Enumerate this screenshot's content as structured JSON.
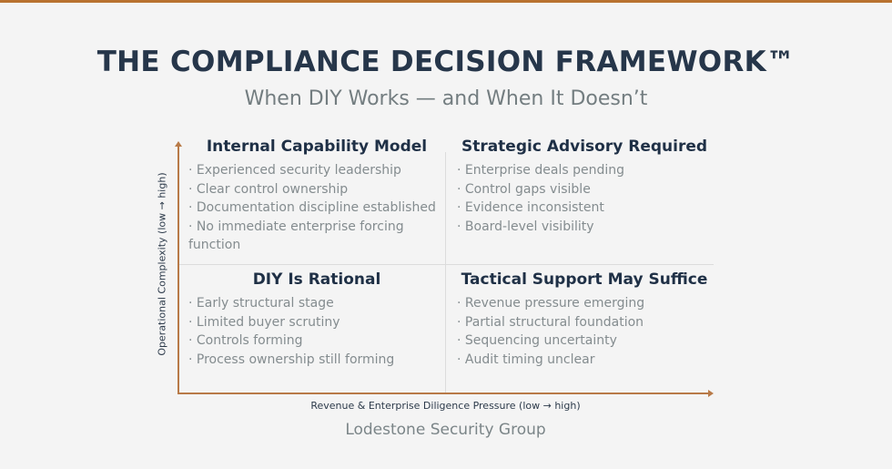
{
  "header": {
    "title": "THE COMPLIANCE DECISION FRAMEWORK™",
    "subtitle": "When DIY Works — and When It Doesn’t"
  },
  "axes": {
    "y_label": "Operational Complexity (low → high)",
    "x_label": "Revenue & Enterprise Diligence Pressure (low → high)"
  },
  "quadrants": {
    "top_left": {
      "title": "Internal Capability Model",
      "items": [
        "· Experienced security leadership",
        "· Clear control ownership",
        "· Documentation discipline established",
        "· No immediate enterprise forcing",
        "function"
      ]
    },
    "top_right": {
      "title": "Strategic Advisory Required",
      "items": [
        "· Enterprise deals pending",
        "· Control gaps visible",
        "· Evidence inconsistent",
        "· Board-level visibility"
      ]
    },
    "bottom_left": {
      "title": "DIY Is Rational",
      "items": [
        "· Early structural stage",
        "· Limited buyer scrutiny",
        "· Controls forming",
        "· Process ownership still forming"
      ]
    },
    "bottom_right": {
      "title": "Tactical Support May Suffice",
      "items": [
        "· Revenue pressure emerging",
        "· Partial structural foundation",
        "· Sequencing uncertainty",
        "· Audit timing unclear"
      ]
    }
  },
  "footer": {
    "brand": "Lodestone Security Group"
  },
  "colors": {
    "accent": "#b8722f",
    "axis": "#b87a48",
    "title": "#26364a",
    "body_text": "#848c8f",
    "background": "#f4f4f4"
  }
}
